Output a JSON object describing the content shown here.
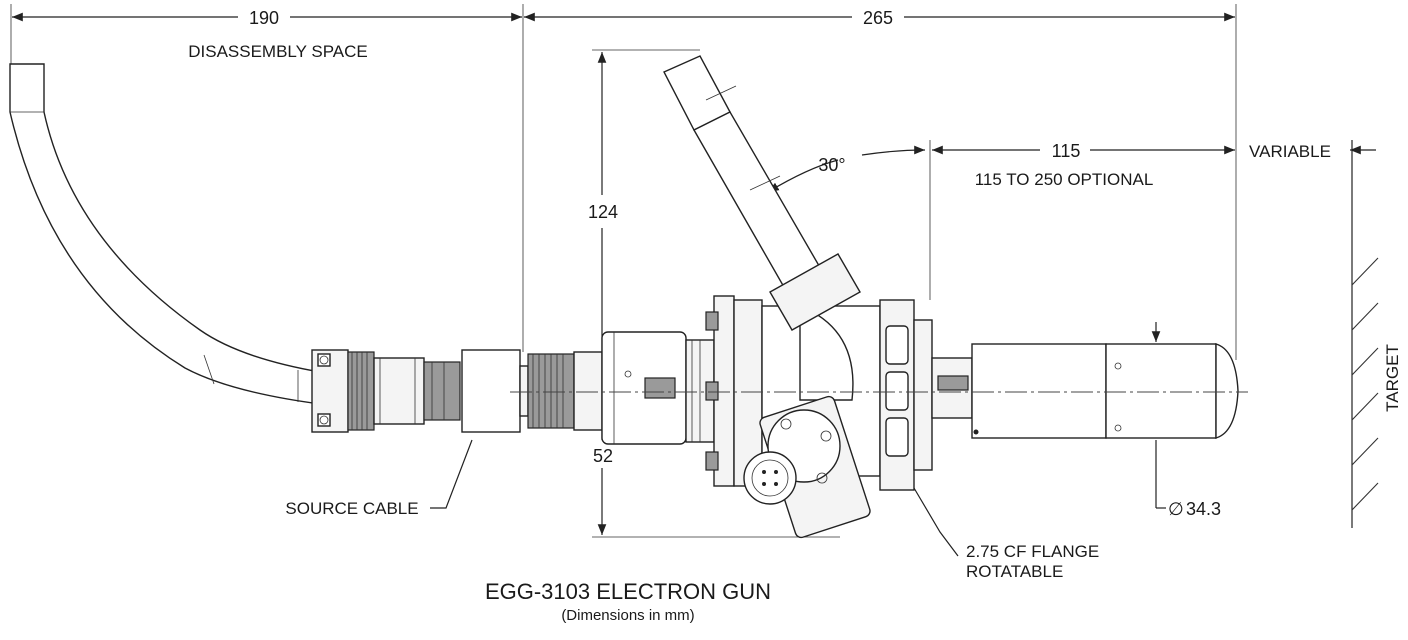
{
  "dimensions": {
    "disassembly_length": "190",
    "disassembly_label": "DISASSEMBLY SPACE",
    "overall_length": "265",
    "height_upper": "124",
    "height_lower": "52",
    "angle": "30°",
    "working_distance": "115",
    "working_distance_note": "115 TO 250 OPTIONAL",
    "variable_label": "VARIABLE",
    "diameter_symbol": "∅",
    "diameter": "34.3"
  },
  "labels": {
    "source_cable": "SOURCE CABLE",
    "flange_line1": "2.75 CF FLANGE",
    "flange_line2": "ROTATABLE",
    "target": "TARGET"
  },
  "title": {
    "main": "EGG-3103 ELECTRON GUN",
    "subtitle": "(Dimensions in mm)"
  }
}
